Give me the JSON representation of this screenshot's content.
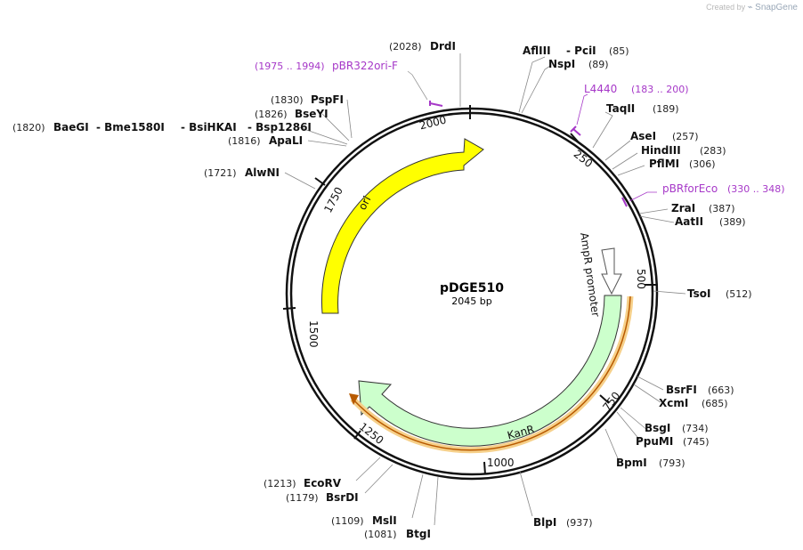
{
  "branding": {
    "created_by": "Created by",
    "app_name": "SnapGene"
  },
  "plasmid": {
    "name": "pDGE510",
    "size_label": "2045 bp",
    "length": 2045
  },
  "ticks": [
    {
      "label": "250"
    },
    {
      "label": "500"
    },
    {
      "label": "750"
    },
    {
      "label": "1000"
    },
    {
      "label": "1250"
    },
    {
      "label": "1500"
    },
    {
      "label": "1750"
    },
    {
      "label": "2000"
    }
  ],
  "features": [
    {
      "name": "ori",
      "color": "#ffff00"
    },
    {
      "name": "AmpR promoter",
      "color": "#ffffff"
    },
    {
      "name": "KanR",
      "color": "#ccffcc"
    }
  ],
  "primers": [
    {
      "name": "pBR322ori-F",
      "range": "(1975 .. 1994)"
    },
    {
      "name": "L4440",
      "range": "(183 .. 200)"
    },
    {
      "name": "pBRforEco",
      "range": "(330 .. 348)"
    }
  ],
  "sites": [
    {
      "name": "DrdI",
      "pos": "(2028)"
    },
    {
      "name": "AflIII",
      "pos": ""
    },
    {
      "name": "- PciI",
      "pos": "(85)"
    },
    {
      "name": "NspI",
      "pos": "(89)"
    },
    {
      "name": "TaqII",
      "pos": "(189)"
    },
    {
      "name": "AseI",
      "pos": "(257)"
    },
    {
      "name": "HindIII",
      "pos": "(283)"
    },
    {
      "name": "PflMI",
      "pos": "(306)"
    },
    {
      "name": "ZraI",
      "pos": "(387)"
    },
    {
      "name": "AatII",
      "pos": "(389)"
    },
    {
      "name": "TsoI",
      "pos": "(512)"
    },
    {
      "name": "BsrFI",
      "pos": "(663)"
    },
    {
      "name": "XcmI",
      "pos": "(685)"
    },
    {
      "name": "BsgI",
      "pos": "(734)"
    },
    {
      "name": "PpuMI",
      "pos": "(745)"
    },
    {
      "name": "BpmI",
      "pos": "(793)"
    },
    {
      "name": "BlpI",
      "pos": "(937)"
    },
    {
      "name": "BtgI",
      "pos": "(1081)"
    },
    {
      "name": "MslI",
      "pos": "(1109)"
    },
    {
      "name": "BsrDI",
      "pos": "(1179)"
    },
    {
      "name": "EcoRV",
      "pos": "(1213)"
    },
    {
      "name": "AlwNI",
      "pos": "(1721)"
    },
    {
      "name": "ApaLI",
      "pos": "(1816)"
    },
    {
      "name": "BaeGI",
      "pos": "(1820)"
    },
    {
      "name": "- Bme1580I",
      "pos": ""
    },
    {
      "name": "- BsiHKAI",
      "pos": ""
    },
    {
      "name": "- Bsp1286I",
      "pos": ""
    },
    {
      "name": "BseYI",
      "pos": "(1826)"
    },
    {
      "name": "PspFI",
      "pos": "(1830)"
    }
  ]
}
